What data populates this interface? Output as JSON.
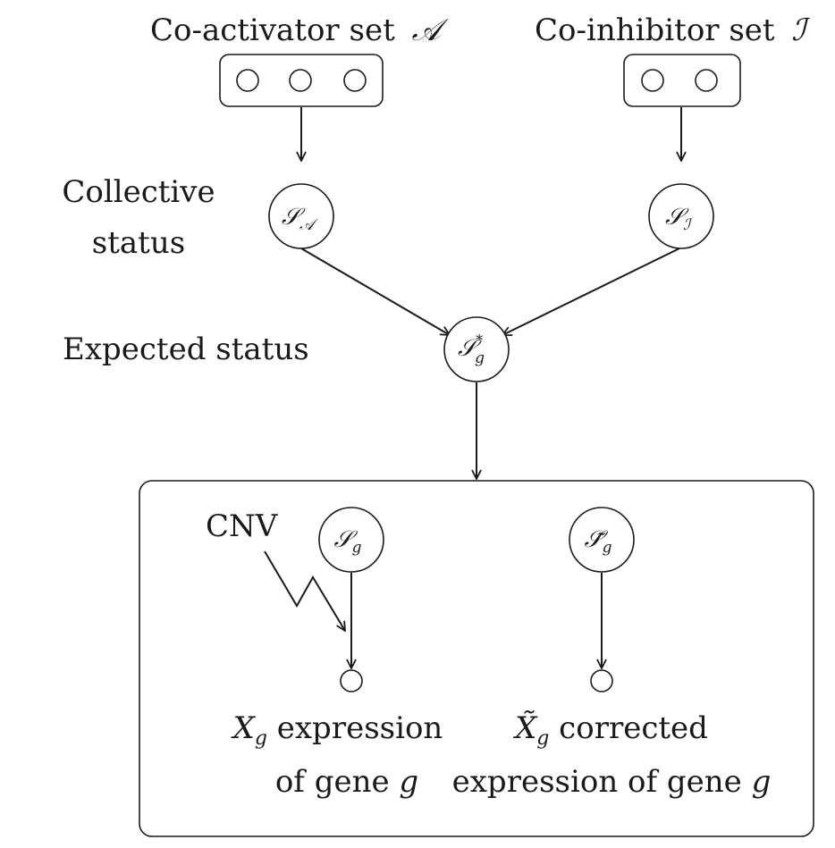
{
  "groups": {
    "activator_title": "Co-activator set",
    "activator_symbol": "𝒜",
    "inhibitor_title": "Co-inhibitor set",
    "inhibitor_symbol": "ℐ"
  },
  "labels": {
    "collective_line1": "Collective",
    "collective_line2": "status",
    "expected": "Expected status",
    "cnv": "CNV"
  },
  "nodes": {
    "s_a_base": "𝒮",
    "s_a_sub": "𝒜",
    "s_i_base": "𝒮",
    "s_i_sub": "ℐ",
    "s_star_base": "𝒮",
    "s_star_sup": "*",
    "s_star_sub": "g",
    "s_g_base": "𝒮",
    "s_g_sub": "g",
    "s_tilde_base": "𝒮̃",
    "s_tilde_sub": "g"
  },
  "outputs": {
    "x_symbol": "X",
    "x_sub": "g",
    "x_line1_rest": " expression",
    "x_line2_prefix": "of gene ",
    "x_line2_var": "g",
    "xt_symbol": "X̃",
    "xt_sub": "g",
    "xt_line1_rest": " corrected",
    "xt_line2_prefix": "expression of gene ",
    "xt_line2_var": "g"
  }
}
